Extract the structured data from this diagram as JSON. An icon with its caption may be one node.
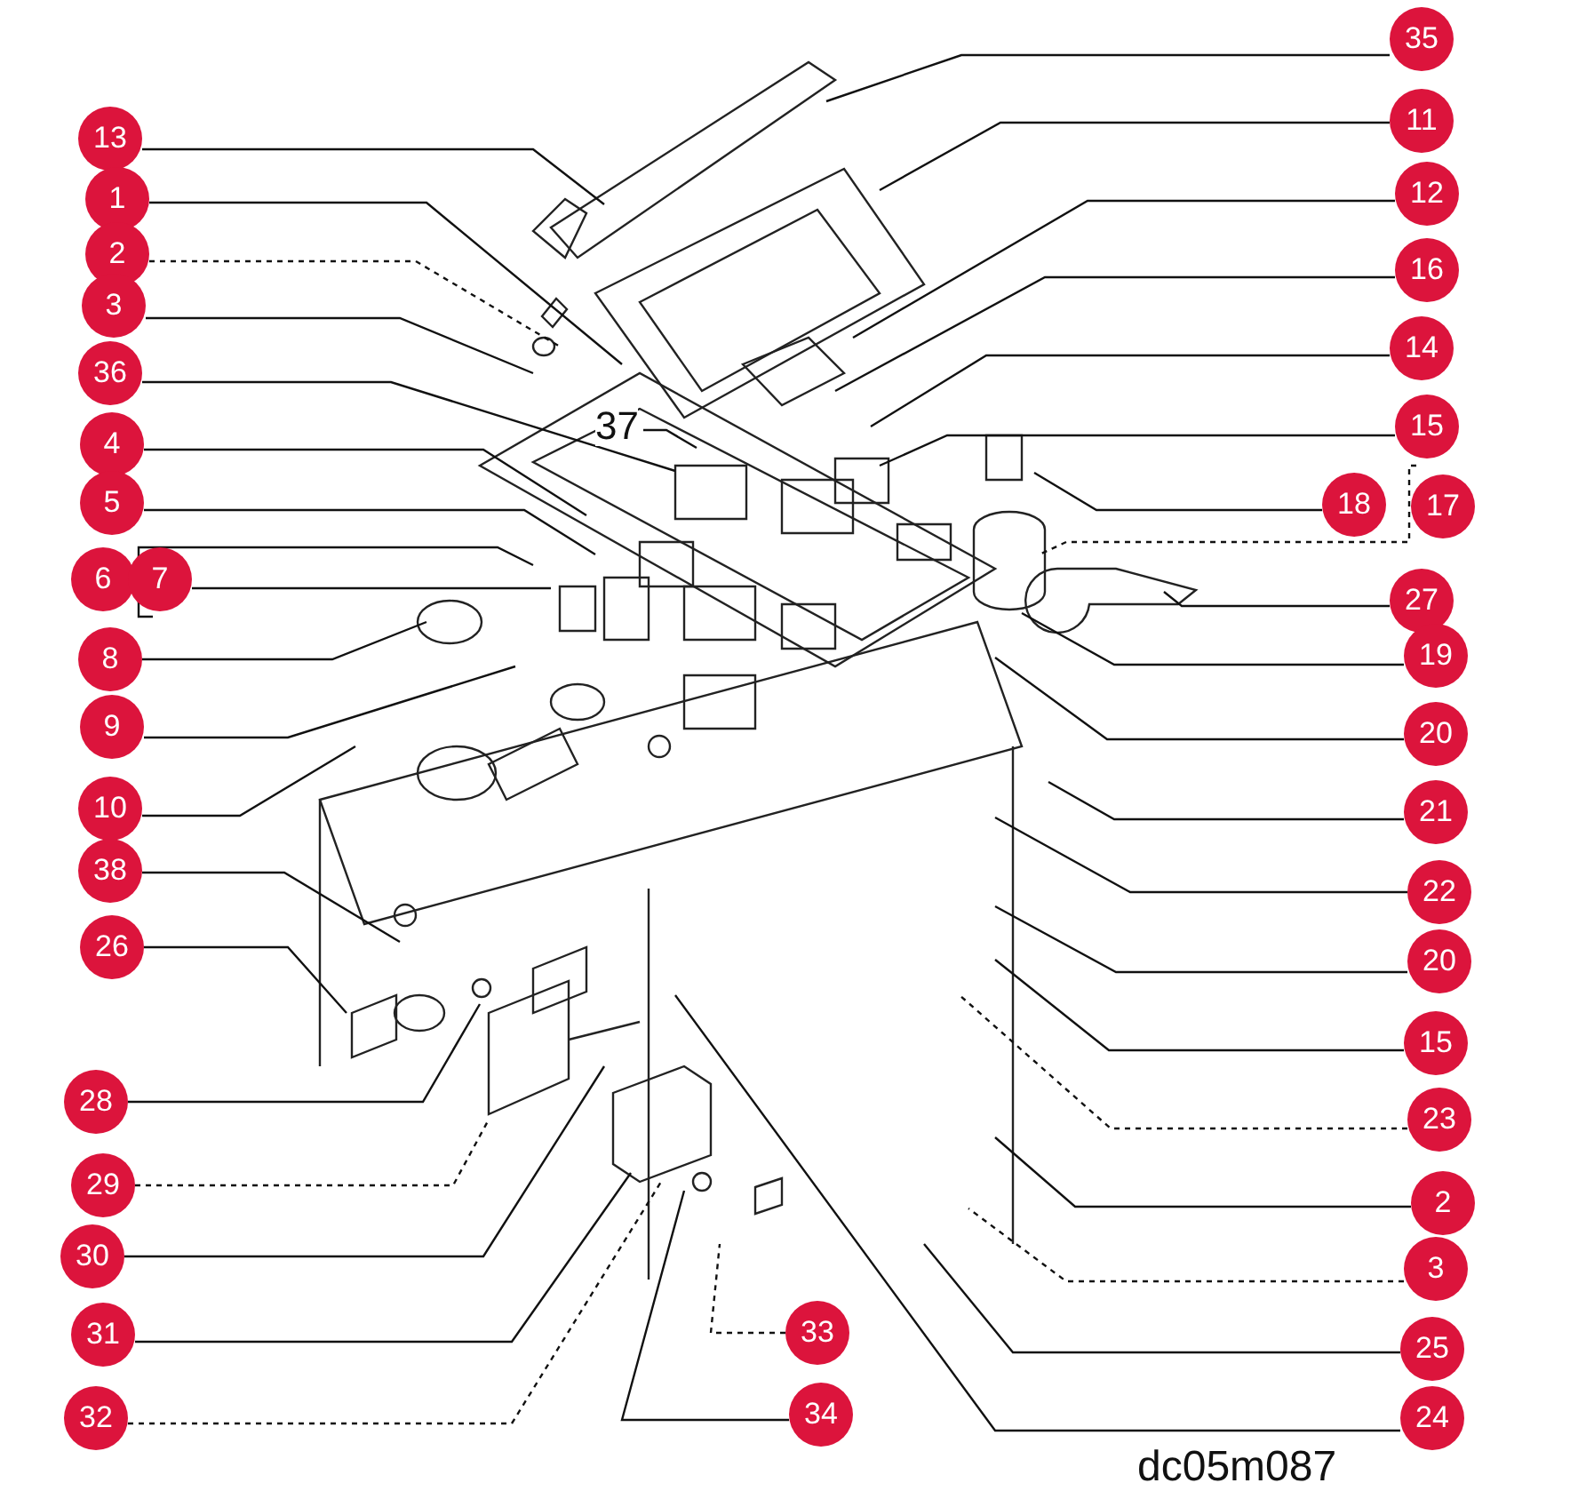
{
  "diagram": {
    "nodes": [
      {
        "text": [
          "35"
        ]
      },
      {
        "text": [
          "13"
        ]
      },
      {
        "text": [
          "11"
        ]
      },
      {
        "text": [
          "1"
        ]
      },
      {
        "text": [
          "12"
        ]
      },
      {
        "text": [
          "2"
        ]
      },
      {
        "text": [
          "16"
        ]
      },
      {
        "text": [
          "3"
        ]
      },
      {
        "text": [
          "36"
        ]
      },
      {
        "text": [
          "14"
        ]
      },
      {
        "text": [
          "37"
        ]
      },
      {
        "text": [
          "4"
        ]
      },
      {
        "text": [
          "15"
        ]
      },
      {
        "text": [
          "5"
        ]
      },
      {
        "text": [
          "18"
        ]
      },
      {
        "text": [
          "17"
        ]
      },
      {
        "text": [
          "6"
        ]
      },
      {
        "text": [
          "7"
        ]
      },
      {
        "text": [
          "27"
        ]
      },
      {
        "text": [
          "8"
        ]
      },
      {
        "text": [
          "19"
        ]
      },
      {
        "text": [
          "9"
        ]
      },
      {
        "text": [
          "20"
        ]
      },
      {
        "text": [
          "10"
        ]
      },
      {
        "text": [
          "21"
        ]
      },
      {
        "text": [
          "38"
        ]
      },
      {
        "text": [
          "22"
        ]
      },
      {
        "text": [
          "26"
        ]
      },
      {
        "text": [
          "20"
        ]
      },
      {
        "text": [
          "15"
        ]
      },
      {
        "text": [
          "28"
        ]
      },
      {
        "text": [
          "23"
        ]
      },
      {
        "text": [
          "29"
        ]
      },
      {
        "text": [
          "2"
        ]
      },
      {
        "text": [
          "30"
        ]
      },
      {
        "text": [
          "3"
        ]
      },
      {
        "text": [
          "31"
        ]
      },
      {
        "text": [
          "33"
        ]
      },
      {
        "text": [
          "25"
        ]
      },
      {
        "text": [
          "32"
        ]
      },
      {
        "text": [
          "34"
        ]
      },
      {
        "text": [
          "24"
        ]
      }
    ],
    "edges": [
      {
        "from": 0,
        "to": null,
        "arrow": "none"
      },
      {
        "from": 1,
        "to": null,
        "arrow": "none"
      },
      {
        "from": 2,
        "to": null,
        "arrow": "none"
      },
      {
        "from": 3,
        "to": null,
        "arrow": "none"
      },
      {
        "from": 4,
        "to": null,
        "arrow": "none"
      },
      {
        "from": 5,
        "to": null,
        "arrow": "none",
        "style": "dashed"
      },
      {
        "from": 6,
        "to": null,
        "arrow": "none"
      },
      {
        "from": 7,
        "to": null,
        "arrow": "none"
      },
      {
        "from": 8,
        "to": null,
        "arrow": "none"
      },
      {
        "from": 9,
        "to": null,
        "arrow": "none"
      },
      {
        "from": 10,
        "to": null,
        "arrow": "none"
      },
      {
        "from": 11,
        "to": null,
        "arrow": "none"
      },
      {
        "from": 12,
        "to": null,
        "arrow": "none"
      },
      {
        "from": 13,
        "to": null,
        "arrow": "none"
      },
      {
        "from": 14,
        "to": null,
        "arrow": "none"
      },
      {
        "from": 15,
        "to": null,
        "arrow": "none",
        "style": "dashed"
      },
      {
        "from": 16,
        "to": null,
        "arrow": "none"
      },
      {
        "from": 17,
        "to": null,
        "arrow": "none"
      },
      {
        "from": 18,
        "to": null,
        "arrow": "none"
      },
      {
        "from": 19,
        "to": null,
        "arrow": "none"
      },
      {
        "from": 20,
        "to": null,
        "arrow": "none"
      },
      {
        "from": 21,
        "to": null,
        "arrow": "none"
      },
      {
        "from": 22,
        "to": null,
        "arrow": "none"
      },
      {
        "from": 23,
        "to": null,
        "arrow": "none"
      },
      {
        "from": 24,
        "to": null,
        "arrow": "none"
      },
      {
        "from": 25,
        "to": null,
        "arrow": "none"
      },
      {
        "from": 26,
        "to": null,
        "arrow": "none"
      },
      {
        "from": 27,
        "to": null,
        "arrow": "none"
      },
      {
        "from": 28,
        "to": null,
        "arrow": "none"
      },
      {
        "from": 29,
        "to": null,
        "arrow": "none"
      },
      {
        "from": 30,
        "to": null,
        "arrow": "none"
      },
      {
        "from": 31,
        "to": null,
        "arrow": "none",
        "style": "dashed"
      },
      {
        "from": 32,
        "to": null,
        "arrow": "none",
        "style": "dashed"
      },
      {
        "from": 33,
        "to": null,
        "arrow": "none"
      },
      {
        "from": 34,
        "to": null,
        "arrow": "none"
      },
      {
        "from": 35,
        "to": null,
        "arrow": "none",
        "style": "dashed"
      },
      {
        "from": 36,
        "to": null,
        "arrow": "none"
      },
      {
        "from": 37,
        "to": null,
        "arrow": "none",
        "style": "dashed"
      },
      {
        "from": 38,
        "to": null,
        "arrow": "none"
      },
      {
        "from": 39,
        "to": null,
        "arrow": "none",
        "style": "dashed"
      },
      {
        "from": 40,
        "to": null,
        "arrow": "none"
      },
      {
        "from": 41,
        "to": null,
        "arrow": "none"
      }
    ],
    "labels": [
      "dc05m087"
    ]
  }
}
